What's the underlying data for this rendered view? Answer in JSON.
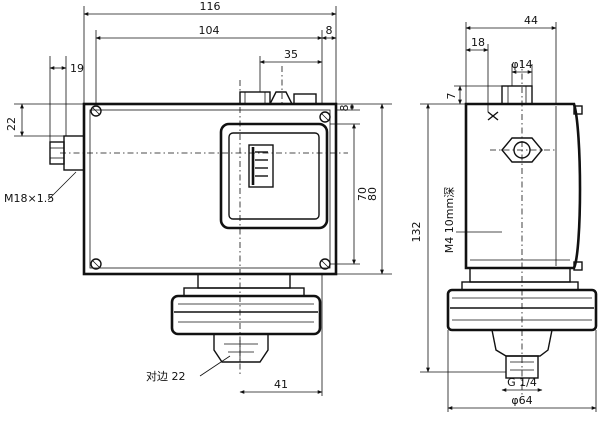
{
  "dimensions": {
    "width_116": "116",
    "width_104": "104",
    "offset_8_top": "8",
    "offset_35": "35",
    "offset_19": "19",
    "height_22": "22",
    "offset_8_right": "8",
    "height_70": "70",
    "height_80": "80",
    "thread_m18": "M18×1.5",
    "across_flats": "对边 22",
    "bottom_41": "41",
    "side_44": "44",
    "side_18": "18",
    "side_phi14": "φ14",
    "side_7": "7",
    "side_132": "132",
    "side_m4": "M4 10mm深",
    "side_g14": "G 1/4",
    "side_phi64": "φ64"
  }
}
